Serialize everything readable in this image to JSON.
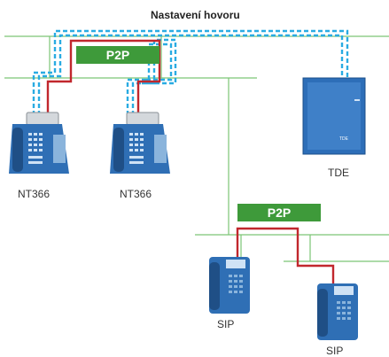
{
  "title": "Nastavení hovoru",
  "p2p_labels": [
    "P2P",
    "P2P"
  ],
  "devices": {
    "nt366_left": "NT366",
    "nt366_right": "NT366",
    "tde": "TDE",
    "sip_left": "SIP",
    "sip_right": "SIP"
  },
  "tde_screen_text": "TDE",
  "colors": {
    "network_line": "#7cc576",
    "p2p_bg": "#3e9a3a",
    "signal_dashed": "#29abe2",
    "media_path": "#c1272d",
    "phone_blue": "#2f6fb5",
    "tde_box": "#2d6eb8"
  }
}
